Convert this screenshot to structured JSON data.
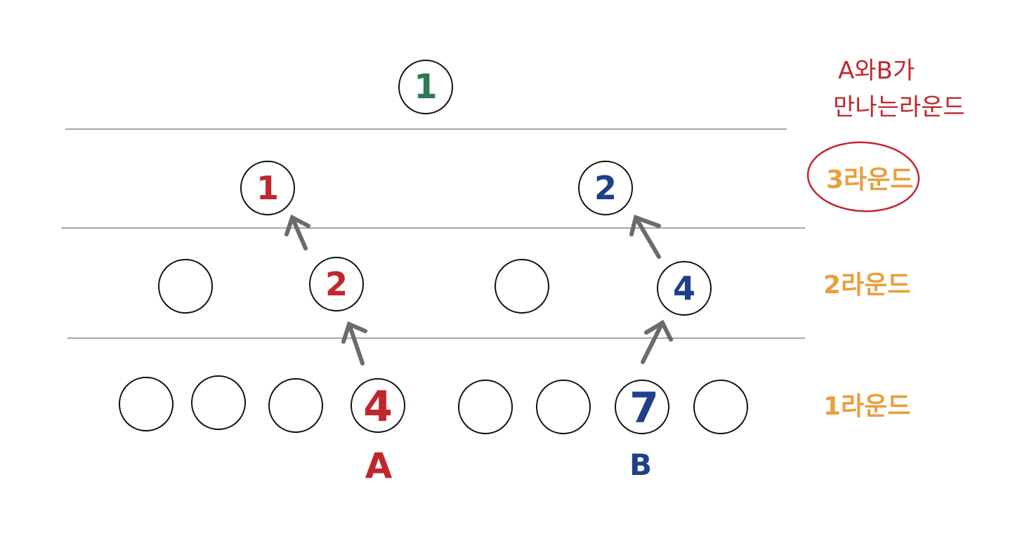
{
  "colors": {
    "red": "#c0272d",
    "blue": "#1f3f8a",
    "green": "#2d7a55",
    "orange": "#e8a03e",
    "arrow": "#6b6b6b",
    "line": "#a8a8a8",
    "circle": "#111111"
  },
  "final": {
    "label": "1"
  },
  "round3": {
    "nodes": [
      "1",
      "",
      "",
      "2"
    ]
  },
  "round2": {
    "nodes": [
      "",
      "2",
      "",
      "4"
    ]
  },
  "round1": {
    "nodes": [
      "",
      "",
      "",
      "4",
      "",
      "",
      "7",
      ""
    ]
  },
  "players": {
    "a_label": "A",
    "b_label": "B"
  },
  "sidebar": {
    "meet_line1": "A와B가",
    "meet_line2": "만나는라운드",
    "round3_label": "3라운드",
    "round2_label": "2라운드",
    "round1_label": "1라운드"
  }
}
